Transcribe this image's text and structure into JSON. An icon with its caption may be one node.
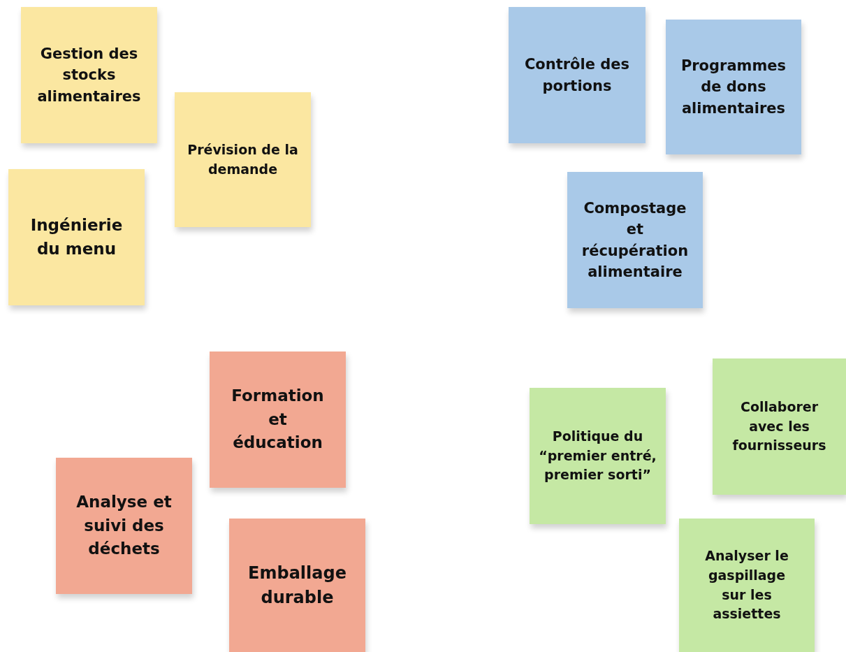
{
  "diagram": {
    "nodes": [
      {
        "text": [
          "Gestion des stocks alimentaires"
        ]
      },
      {
        "text": [
          "Prévision de la demande"
        ]
      },
      {
        "text": [
          "Ingénierie du menu"
        ]
      },
      {
        "text": [
          "Contrôle des portions"
        ]
      },
      {
        "text": [
          "Programmes de dons alimentaires"
        ]
      },
      {
        "text": [
          "Compostage et récupération alimentaire"
        ]
      },
      {
        "text": [
          "Formation et éducation"
        ]
      },
      {
        "text": [
          "Analyse et suivi des déchets"
        ]
      },
      {
        "text": [
          "Emballage durable"
        ]
      },
      {
        "text": [
          "Politique du “premier entré, premier sorti”"
        ]
      },
      {
        "text": [
          "Collaborer avec les fournisseurs"
        ]
      },
      {
        "text": [
          "Analyser le gaspillage sur les assiettes"
        ]
      }
    ]
  }
}
